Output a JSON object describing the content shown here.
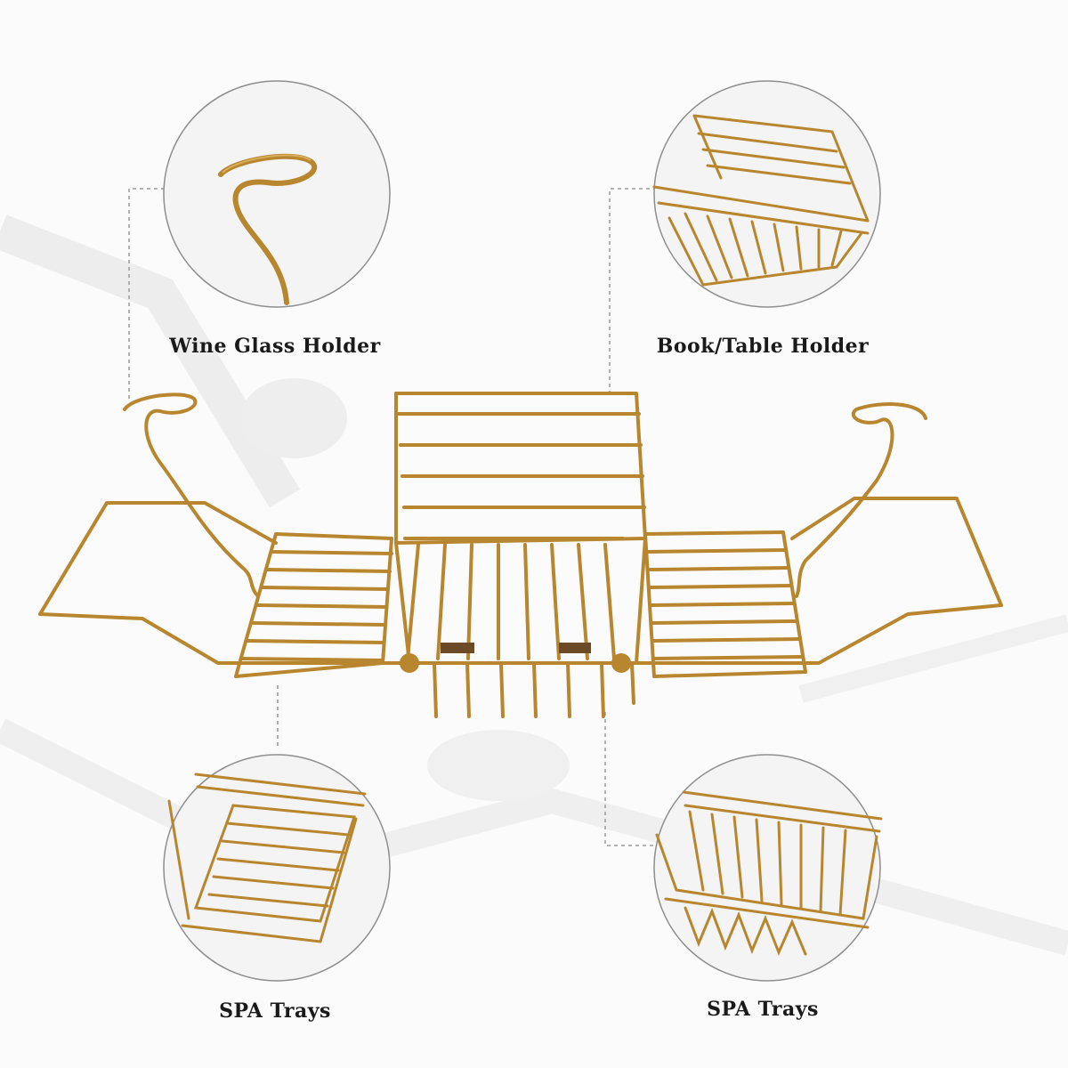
{
  "labels": {
    "wine_glass_holder": "Wine Glass Holder",
    "book_table_holder": "Book/Table Holder",
    "spa_trays_left": "SPA Trays",
    "spa_trays_right": "SPA Trays"
  },
  "colors": {
    "metal": "#b8862f",
    "metal_light": "#d9ae5a",
    "circle_fill": "#f4f4f4",
    "circle_stroke": "#8e8e8e",
    "leader": "#9a9a9a",
    "text": "#1a1a1a"
  }
}
